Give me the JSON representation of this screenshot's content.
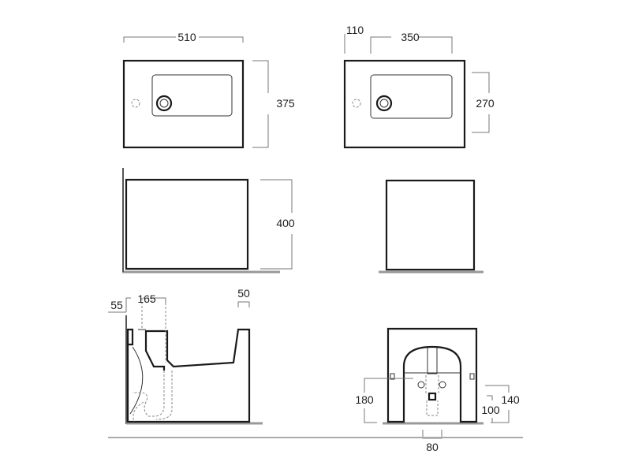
{
  "dimensions": {
    "top_left_width": "510",
    "top_left_depth": "375",
    "top_right_offset": "110",
    "top_right_width": "350",
    "top_right_depth": "270",
    "front_height": "400",
    "side_55": "55",
    "side_165": "165",
    "side_50": "50",
    "front_180": "180",
    "front_140": "140",
    "front_100": "100",
    "front_80": "80"
  },
  "colors": {
    "outline": "#1a1a1a",
    "dimension": "#777777",
    "floor": "#999999"
  }
}
